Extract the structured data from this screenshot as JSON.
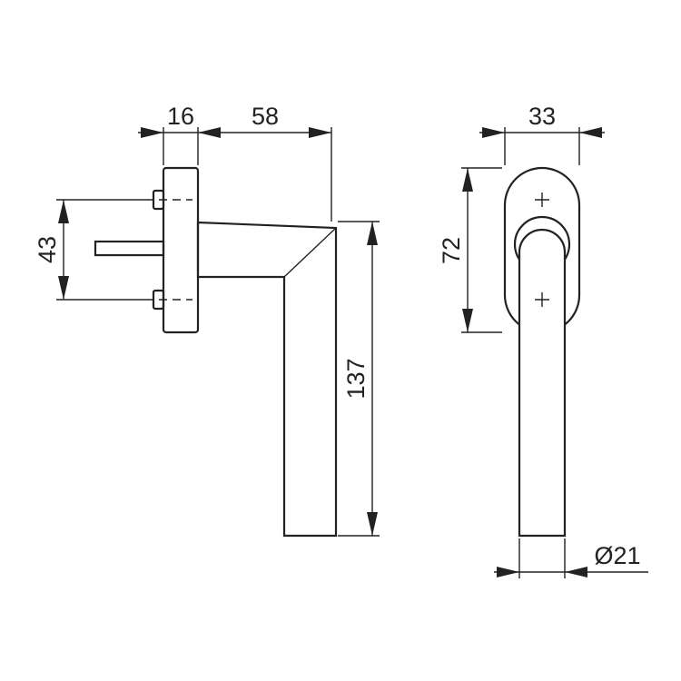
{
  "colors": {
    "line": "#222222",
    "background": "#ffffff"
  },
  "dimensions": {
    "rose_thickness": "16",
    "handle_projection": "58",
    "spindle_spacing": "43",
    "handle_length": "137",
    "rose_width": "33",
    "rose_height": "72",
    "grip_diameter": "Ø21"
  }
}
